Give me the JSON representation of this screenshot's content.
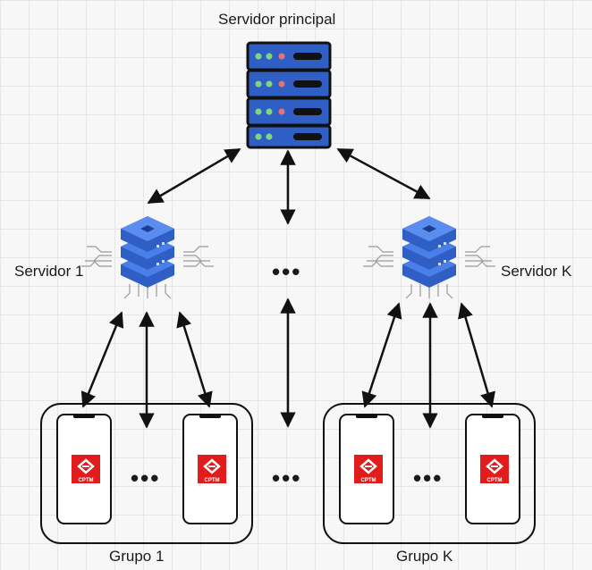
{
  "labels": {
    "main_server": "Servidor principal",
    "server_1": "Servidor 1",
    "server_k": "Servidor K",
    "group_1": "Grupo 1",
    "group_k": "Grupo K"
  },
  "ellipsis": "•••",
  "app_logo_text": "CPTM",
  "colors": {
    "server_blue": "#2f5fc4",
    "cloud_blue": "#4a7ee8",
    "logo_red": "#e21b1b",
    "stroke": "#111111"
  },
  "icons": [
    "main-server-icon",
    "cloud-server-icon",
    "smartphone-icon",
    "cptm-logo-icon"
  ]
}
